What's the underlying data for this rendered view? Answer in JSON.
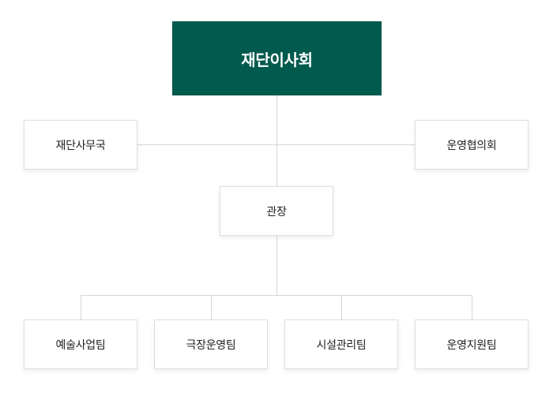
{
  "org_chart": {
    "top": {
      "label": "재단이사회"
    },
    "left_side": {
      "label": "재단사무국"
    },
    "right_side": {
      "label": "운영협의회"
    },
    "director": {
      "label": "관장"
    },
    "teams": [
      {
        "label": "예술사업팀"
      },
      {
        "label": "극장운영팀"
      },
      {
        "label": "시설관리팀"
      },
      {
        "label": "운영지원팀"
      }
    ]
  },
  "colors": {
    "top_box": "#005a4d",
    "connector": "#d6d6d6",
    "box_border": "#dedede"
  }
}
